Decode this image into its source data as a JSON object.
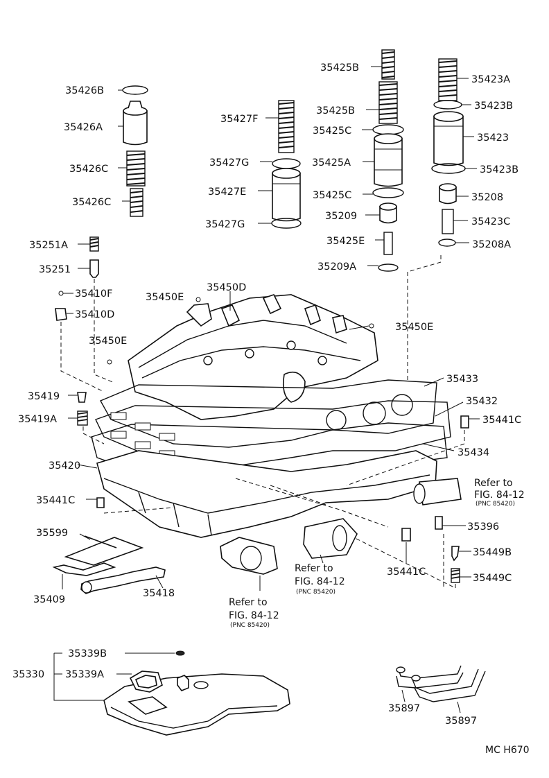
{
  "labels": {
    "p35426B": "35426B",
    "p35426A": "35426A",
    "p35426C_1": "35426C",
    "p35426C_2": "35426C",
    "p35427F": "35427F",
    "p35427G_1": "35427G",
    "p35427E": "35427E",
    "p35427G_2": "35427G",
    "p35425B_1": "35425B",
    "p35425B_2": "35425B",
    "p35425C_1": "35425C",
    "p35425A": "35425A",
    "p35425C_2": "35425C",
    "p35209": "35209",
    "p35425E": "35425E",
    "p35209A": "35209A",
    "p35423A": "35423A",
    "p35423B_1": "35423B",
    "p35423": "35423",
    "p35423B_2": "35423B",
    "p35208": "35208",
    "p35423C": "35423C",
    "p35208A": "35208A",
    "p35251A": "35251A",
    "p35251": "35251",
    "p35410F": "35410F",
    "p35410D": "35410D",
    "p35450E_1": "35450E",
    "p35450D": "35450D",
    "p35450E_2": "35450E",
    "p35450E_3": "35450E",
    "p35433": "35433",
    "p35432": "35432",
    "p35441C_1": "35441C",
    "p35434": "35434",
    "p35419": "35419",
    "p35419A": "35419A",
    "p35420": "35420",
    "p35441C_2": "35441C",
    "p35396": "35396",
    "p35599": "35599",
    "p35449B": "35449B",
    "p35449C": "35449C",
    "p35441C_3": "35441C",
    "p35409": "35409",
    "p35418": "35418",
    "p35339B": "35339B",
    "p35330": "35330",
    "p35339A": "35339A",
    "p35897_1": "35897",
    "p35897_2": "35897"
  },
  "refs": {
    "ref1_line1": "Refer to",
    "ref1_line2": "FIG. 84-12",
    "ref1_pnc": "(PNC 85420)",
    "ref2_line1": "Refer to",
    "ref2_line2": "FIG. 84-12",
    "ref2_pnc": "(PNC 85420)",
    "ref3_line1": "Refer to",
    "ref3_line2": "FIG. 84-12",
    "ref3_pnc": "(PNC 85420)"
  },
  "footer": {
    "code": "MC  H670"
  }
}
